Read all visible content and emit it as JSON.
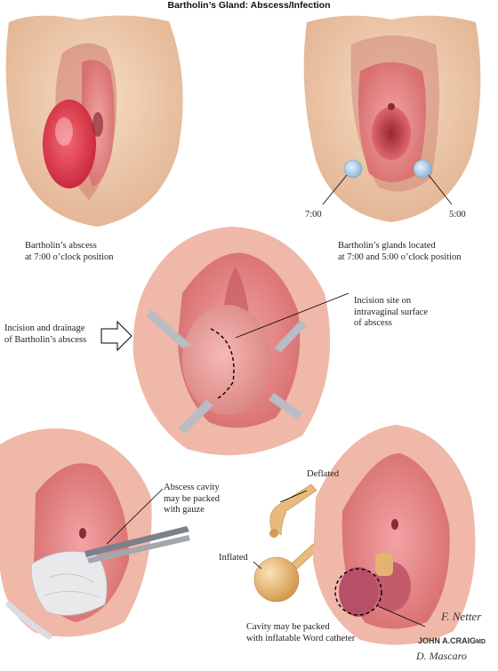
{
  "title": "Bartholin’s Gland: Abscess/Infection",
  "panels": {
    "abscess_caption": [
      "Bartholin’s abscess",
      "at 7:00 o’clock position"
    ],
    "glands_caption": [
      "Bartholin’s glands located",
      "at 7:00 and 5:00 o’clock position"
    ],
    "clock_left": "7:00",
    "clock_right": "5:00",
    "incision_label": [
      "Incision and drainage",
      "of Bartholin’s abscess"
    ],
    "incision_site_label": [
      "Incision site on",
      "intravaginal surface",
      "of abscess"
    ],
    "gauze_label": [
      "Abscess cavity",
      "may be packed",
      "with gauze"
    ],
    "deflated_label": "Deflated",
    "inflated_label": "Inflated",
    "catheter_label": [
      "Cavity may be packed",
      "with inflatable Word catheter"
    ]
  },
  "signatures": {
    "netter": "F. Netter",
    "craig": "JOHN A.CRAIG",
    "craig_suffix": "MD",
    "mascaro": "D. Mascaro"
  },
  "colors": {
    "skin": "#f1d2b3",
    "tissue": "#e58a8a",
    "abscess": "#e0424f",
    "gland": "#aac9e6",
    "catheter": "#e3b373"
  }
}
